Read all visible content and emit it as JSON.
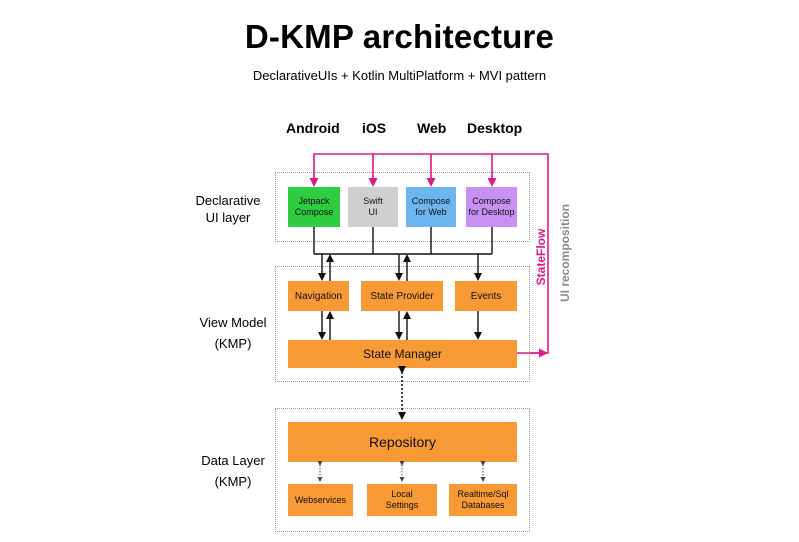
{
  "title": "D-KMP architecture",
  "subtitle": "DeclarativeUIs + Kotlin MultiPlatform + MVI pattern",
  "platforms": [
    "Android",
    "iOS",
    "Web",
    "Desktop"
  ],
  "layers": {
    "ui": {
      "label_line1": "Declarative",
      "label_line2": "UI layer"
    },
    "view_model": {
      "label_line1": "View Model",
      "label_line2": "(KMP)"
    },
    "data": {
      "label_line1": "Data Layer",
      "label_line2": "(KMP)"
    }
  },
  "ui_boxes": [
    {
      "line1": "Jetpack",
      "line2": "Compose",
      "color": "#2ecc40"
    },
    {
      "line1": "Swift",
      "line2": "UI",
      "color": "#cfcfcf"
    },
    {
      "line1": "Compose",
      "line2": "for Web",
      "color": "#6bb6ef"
    },
    {
      "line1": "Compose",
      "line2": "for Desktop",
      "color": "#c790f2"
    }
  ],
  "view_model_boxes": {
    "navigation": "Navigation",
    "state_provider": "State Provider",
    "events": "Events",
    "state_manager": "State Manager"
  },
  "data_boxes": {
    "repository": "Repository",
    "webservices": "Webservices",
    "local_line1": "Local",
    "local_line2": "Settings",
    "realtime_line1": "Realtime/Sql",
    "realtime_line2": "Databases"
  },
  "side_labels": {
    "stateflow": "StateFlow",
    "recomposition": "UI recomposition"
  },
  "colors": {
    "orange": "#f79a35",
    "stateflow_magenta": "#e0188a",
    "recomposition_gray": "#8a8a8a",
    "dotted_border": "#9a9a9a"
  }
}
